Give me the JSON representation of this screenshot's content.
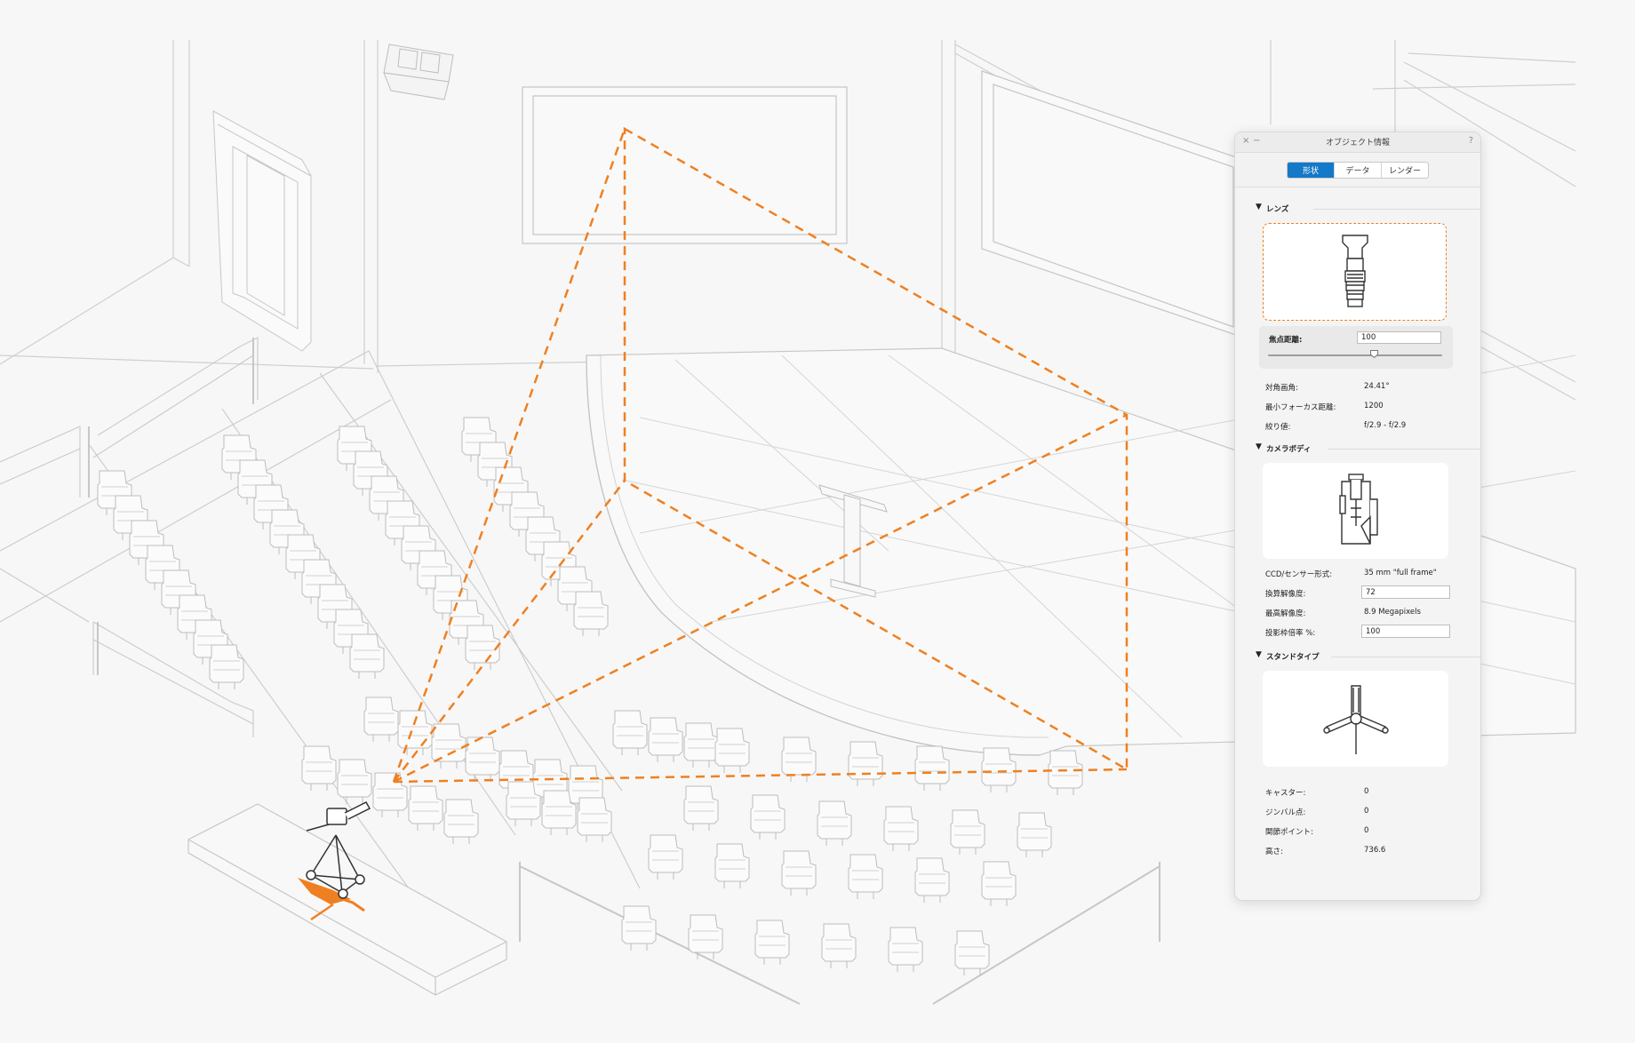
{
  "palette": {
    "title": "オブジェクト情報",
    "close_icon": "×",
    "minimize_icon": "−",
    "help_icon": "?",
    "tabs": [
      {
        "label": "形状",
        "active": true
      },
      {
        "label": "データ",
        "active": false
      },
      {
        "label": "レンダー",
        "active": false
      }
    ],
    "lens": {
      "title": "レンズ",
      "focal_label": "焦点距離:",
      "focal_value": "100",
      "focal_slider_fraction": 0.61,
      "rows": [
        {
          "label": "対角画角:",
          "value": "24.41°"
        },
        {
          "label": "最小フォーカス距離:",
          "value": "1200"
        },
        {
          "label": "絞り値:",
          "value": "f/2.9 - f/2.9"
        }
      ]
    },
    "camera_body": {
      "title": "カメラボディ",
      "sensor_label": "CCD/センサー形式:",
      "sensor_value": "35 mm \"full frame\"",
      "resolution_label": "換算解像度:",
      "resolution_value": "72",
      "max_res_label": "最高解像度:",
      "max_res_value": "8.9 Megapixels",
      "projection_label": "投影枠倍率 %:",
      "projection_value": "100"
    },
    "stand": {
      "title": "スタンドタイプ",
      "rows": [
        {
          "label": "キャスター:",
          "value": "0"
        },
        {
          "label": "ジンバル点:",
          "value": "0"
        },
        {
          "label": "関節ポイント:",
          "value": "0"
        },
        {
          "label": "高さ:",
          "value": "736.6"
        }
      ]
    }
  },
  "colors": {
    "accent": "#ef8021",
    "tab_active": "#1479c9",
    "background": "#f7f7f7",
    "line": "#c9c9c9"
  }
}
